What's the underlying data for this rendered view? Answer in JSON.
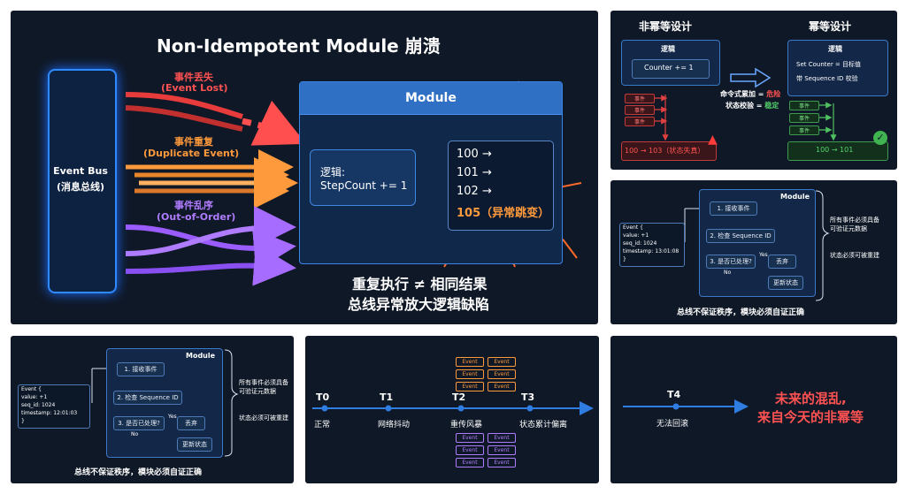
{
  "main": {
    "title": "Non-Idempotent Module 崩溃",
    "event_bus": {
      "line1": "Event Bus",
      "line2": "(消息总线)"
    },
    "streams": {
      "lost": {
        "cn": "事件丢失",
        "en": "(Event Lost)"
      },
      "duplicate": {
        "cn": "事件重复",
        "en": "(Duplicate Event)"
      },
      "out_of_order": {
        "cn": "事件乱序",
        "en": "(Out-of-Order)"
      }
    },
    "module": {
      "title": "Module",
      "logic_label": "逻辑:",
      "logic_code": "StepCount += 1",
      "outputs": [
        "100 →",
        "101 →",
        "102 →"
      ],
      "anomaly": "105（异常跳变）"
    },
    "caption_line1": "重复执行 ≠ 相同结果",
    "caption_line2": "总线异常放大逻辑缺陷"
  },
  "compare": {
    "left_title": "非幂等设计",
    "right_title": "幂等设计",
    "left_logic_title": "逻辑",
    "left_logic_code": "Counter += 1",
    "right_logic_title": "逻辑",
    "right_logic_line1": "Set Counter = 目标值",
    "right_logic_line2": "带 Sequence ID 校验",
    "event_chip": "事件",
    "middle_line1_prefix": "命令式累加 = ",
    "middle_line1_value": "危险",
    "middle_line2_prefix": "状态校验 = ",
    "middle_line2_value": "稳定",
    "left_result": "100 → 103（状态失真）",
    "right_result": "100 → 101"
  },
  "flow_right": {
    "module_title": "Module",
    "event_lines": [
      "Event {",
      "  value: +1",
      "  seq_id: 1024",
      "  timestamp: 13:01:08",
      "}"
    ],
    "steps": [
      "1. 接收事件",
      "2. 检查 Sequence ID",
      "3. 是否已处理?"
    ],
    "yes_label": "Yes",
    "no_label": "No",
    "discard": "丢弃",
    "update": "更新状态",
    "note1": "所有事件必须具备\n可验证元数据",
    "note2": "状态必须可被重建",
    "caption": "总线不保证秩序，模块必须自证正确"
  },
  "flow_left": {
    "module_title": "Module",
    "event_lines": [
      "Event {",
      "  value: +1",
      "  seq_id: 1024",
      "  timestamp: 12:01:03",
      "}"
    ],
    "steps": [
      "1. 接收事件",
      "2. 检查 Sequence ID",
      "3. 是否已处理?"
    ],
    "yes_label": "Yes",
    "no_label": "No",
    "discard": "丢弃",
    "update": "更新状态",
    "note1": "所有事件必须具备\n可验证元数据",
    "note2": "状态必须可被重建",
    "caption": "总线不保证秩序，模块必须自证正确"
  },
  "timeline": {
    "points": [
      {
        "t": "T0",
        "label": "正常"
      },
      {
        "t": "T1",
        "label": "网络抖动"
      },
      {
        "t": "T2",
        "label": "重传风暴"
      },
      {
        "t": "T3",
        "label": "状态累计偏离"
      }
    ],
    "chip_label": "Event",
    "colors": {
      "orange": "#ff9a3c",
      "purple": "#b07cff",
      "line": "#2f7de0"
    }
  },
  "future": {
    "t": "T4",
    "label": "无法回滚",
    "line1": "未来的混乱,",
    "line2": "来自今天的非幂等"
  }
}
